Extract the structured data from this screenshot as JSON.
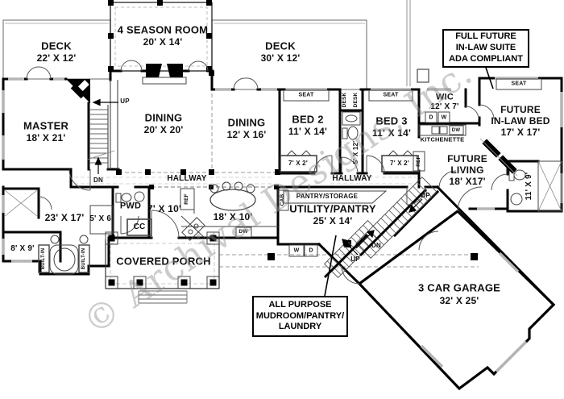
{
  "watermark": {
    "text": "© Archival Designs, Inc."
  },
  "callouts": {
    "in_law_suite": {
      "line1": "FULL FUTURE",
      "line2": "IN-LAW SUITE",
      "line3": "ADA COMPLIANT"
    },
    "mudroom": {
      "line1": "ALL PURPOSE",
      "line2": "MUDROOM/PANTRY/",
      "line3": "LAUNDRY"
    }
  },
  "rooms": {
    "deck_left": {
      "name": "DECK",
      "dims": "22' X 12'"
    },
    "four_season_room": {
      "name": "4 SEASON ROOM",
      "dims": "20' X 14'"
    },
    "deck_right": {
      "name": "DECK",
      "dims": "30' X 12'"
    },
    "master": {
      "name": "MASTER",
      "dims": "18' X 21'"
    },
    "dining_great": {
      "name": "DINING",
      "dims": "20' X 20'"
    },
    "dining": {
      "name": "DINING",
      "dims": "12' X 16'"
    },
    "bed2": {
      "name": "BED 2",
      "dims": "11' X 14'"
    },
    "bed3": {
      "name": "BED 3",
      "dims": "11' X 14'"
    },
    "wic": {
      "name": "WIC",
      "dims": "12' X 7'"
    },
    "future_in_law_bed": {
      "name1": "FUTURE",
      "name2": "IN-LAW BED",
      "dims": "17' X 17'"
    },
    "future_living": {
      "name1": "FUTURE",
      "name2": "LIVING",
      "dims": "18' X17'"
    },
    "utility_pantry": {
      "name": "UTILITY/PANTRY",
      "dims": "25' X 14'"
    },
    "garage": {
      "name": "3 CAR GARAGE",
      "dims": "32' X 25'"
    },
    "kitchen": {
      "dims": "18' X 10'"
    },
    "foyer": {
      "dims": "7' X 10'"
    },
    "master_closet": {
      "dims": "23' X 17'"
    },
    "bath_small": {
      "dims": "5' X 6'"
    },
    "closet_8x9": {
      "dims": "8' X 9'"
    },
    "bath_between_beds": {
      "dims": "5' X 12'"
    },
    "in_law_bath": {
      "dims": "11' X 9'"
    },
    "covered_porch": {
      "name": "COVERED PORCH"
    },
    "powder": {
      "name": "PWD"
    },
    "coat_closet": {
      "name": "CC"
    }
  },
  "labels": {
    "hallway": "HALLWAY",
    "pantry_storage": "PANTRY/STORAGE",
    "kitchenette": "KITCHENETTE",
    "seat": "SEAT",
    "desk": "DESK",
    "ref": "REF",
    "cab": "CAB",
    "built_in": "BUILT-IN",
    "closet_7x2": "7' X 2'",
    "up": "UP",
    "dn": "DN",
    "washer": "W",
    "dryer": "D",
    "dishwasher": "DW"
  },
  "colors": {
    "wall": "#000000",
    "window": "#b5b5b5",
    "watermark": "#8f8f8f"
  }
}
